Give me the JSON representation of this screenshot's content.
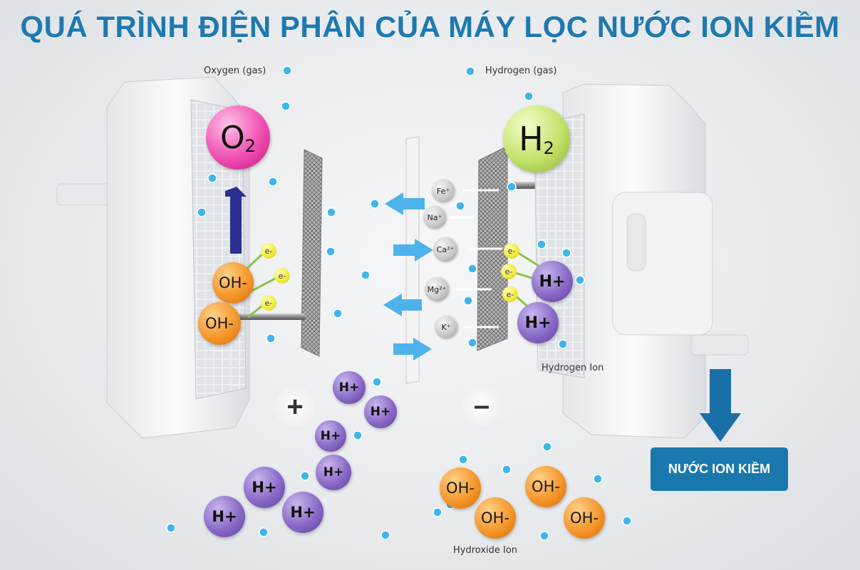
{
  "title": "QUÁ TRÌNH ĐIỆN PHÂN CỦA MÁY LỌC NƯỚC ION KIỀM",
  "labels": {
    "oxygen": "Oxygen (gas)",
    "hydrogen": "Hydrogen (gas)",
    "hydrogen_ion": "Hydrogen Ion",
    "hydroxide_ion": "Hydroxide Ion"
  },
  "o2": {
    "letter": "O",
    "sub": "2"
  },
  "h2": {
    "letter": "H",
    "sub": "2"
  },
  "anode_ions": [
    "OH-",
    "OH-"
  ],
  "cathode_ions": [
    "H+",
    "H+"
  ],
  "electron": "e-",
  "minerals": [
    "Fe⁺",
    "Na⁺",
    "Ca²⁺",
    "Mg²⁺",
    "K⁺"
  ],
  "plus_sign": "+",
  "minus_sign": "–",
  "bottom_h_ions": [
    "H+",
    "H+",
    "H+",
    "H+",
    "H+",
    "H+",
    "H+"
  ],
  "bottom_oh_ions": [
    "OH-",
    "OH-",
    "OH-",
    "OH-"
  ],
  "output_label": "NƯỚC ION KIỀM",
  "colors": {
    "title": "#1e79b0",
    "badge": "#1a78ad",
    "bubble": "#3fb6ea",
    "arrow": "#3aa8e0"
  }
}
